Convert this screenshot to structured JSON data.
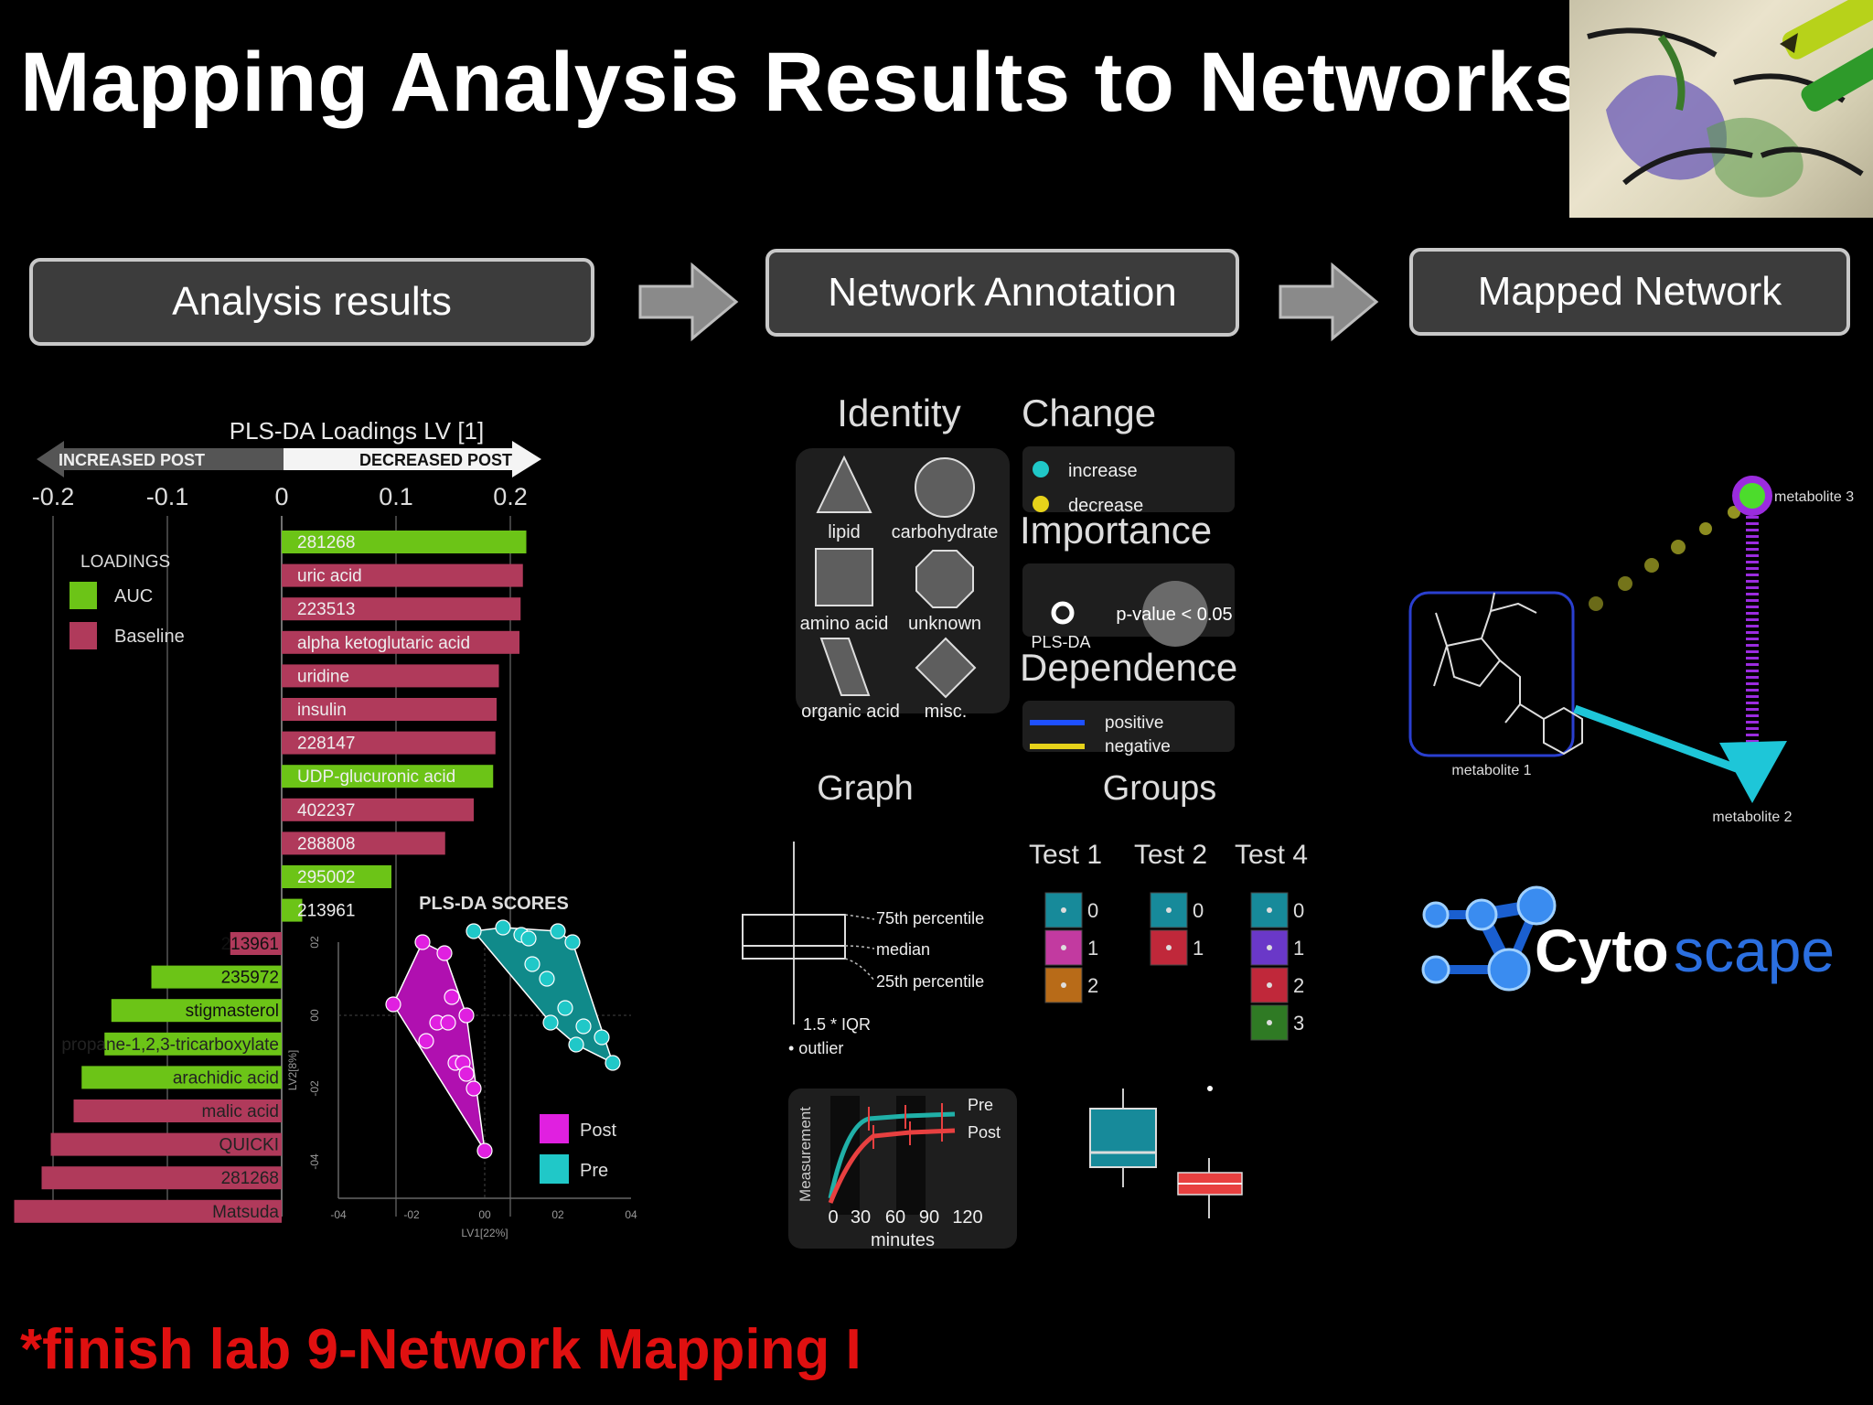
{
  "title": "Mapping Analysis Results to Networks",
  "footnote": "*finish lab 9-Network Mapping I",
  "steps": [
    "Analysis results",
    "Network Annotation",
    "Mapped Network"
  ],
  "loadings": {
    "title": "PLS-DA Loadings LV [1]",
    "left_arrow_label": "INCREASED POST",
    "right_arrow_label": "DECREASED POST",
    "ticks": [
      "-0.2",
      "-0.1",
      "0",
      "0.1",
      "0.2"
    ],
    "legend_title": "LOADINGS",
    "legend": [
      {
        "label": "AUC",
        "color": "#6cc417"
      },
      {
        "label": "Baseline",
        "color": "#b03a5b"
      }
    ],
    "pos_bars": [
      {
        "label": "281268",
        "value": 0.214,
        "group": "AUC"
      },
      {
        "label": "uric acid",
        "value": 0.211,
        "group": "Baseline"
      },
      {
        "label": "223513",
        "value": 0.209,
        "group": "Baseline"
      },
      {
        "label": "alpha ketoglutaric acid",
        "value": 0.208,
        "group": "Baseline"
      },
      {
        "label": "uridine",
        "value": 0.19,
        "group": "Baseline"
      },
      {
        "label": "insulin",
        "value": 0.188,
        "group": "Baseline"
      },
      {
        "label": "228147",
        "value": 0.187,
        "group": "Baseline"
      },
      {
        "label": "UDP-glucuronic acid",
        "value": 0.185,
        "group": "AUC"
      },
      {
        "label": "402237",
        "value": 0.168,
        "group": "Baseline"
      },
      {
        "label": "288808",
        "value": 0.143,
        "group": "Baseline"
      },
      {
        "label": "295002",
        "value": 0.096,
        "group": "AUC"
      },
      {
        "label": "213961",
        "value": 0.018,
        "group": "AUC"
      }
    ],
    "neg_bars": [
      {
        "label": "213961",
        "value": -0.045,
        "group": "Baseline"
      },
      {
        "label": "235972",
        "value": -0.114,
        "group": "AUC"
      },
      {
        "label": "stigmasterol",
        "value": -0.149,
        "group": "AUC"
      },
      {
        "label": "propane-1,2,3-tricarboxylate",
        "value": -0.155,
        "group": "AUC"
      },
      {
        "label": "arachidic acid",
        "value": -0.175,
        "group": "AUC"
      },
      {
        "label": "malic acid",
        "value": -0.182,
        "group": "Baseline"
      },
      {
        "label": "QUICKI",
        "value": -0.202,
        "group": "Baseline"
      },
      {
        "label": "281268",
        "value": -0.21,
        "group": "Baseline"
      },
      {
        "label": "Matsuda",
        "value": -0.234,
        "group": "Baseline"
      }
    ]
  },
  "scores": {
    "title": "PLS-DA SCORES",
    "xlabel": "LV1[22%]",
    "ylabel": "LV2[8%]",
    "xticks": [
      "-04",
      "-02",
      "00",
      "02",
      "04"
    ],
    "yticks": [
      "02",
      "00",
      "-02",
      "-04"
    ],
    "legend": [
      {
        "label": "Post",
        "color": "#e020e0"
      },
      {
        "label": "Pre",
        "color": "#20c8c8"
      }
    ],
    "post_points": [
      [
        -0.25,
        0.03
      ],
      [
        -0.09,
        0.05
      ],
      [
        -0.05,
        0.0
      ],
      [
        -0.08,
        -0.13
      ],
      [
        -0.13,
        -0.02
      ],
      [
        -0.1,
        -0.02
      ],
      [
        -0.16,
        -0.07
      ],
      [
        -0.06,
        -0.13
      ],
      [
        -0.05,
        -0.16
      ],
      [
        -0.03,
        -0.2
      ],
      [
        0.0,
        -0.37
      ],
      [
        -0.11,
        0.17
      ],
      [
        -0.17,
        0.2
      ]
    ],
    "pre_points": [
      [
        -0.03,
        0.23
      ],
      [
        0.05,
        0.24
      ],
      [
        0.1,
        0.22
      ],
      [
        0.2,
        0.23
      ],
      [
        0.24,
        0.2
      ],
      [
        0.35,
        -0.13
      ],
      [
        0.32,
        -0.06
      ],
      [
        0.27,
        -0.03
      ],
      [
        0.25,
        -0.08
      ],
      [
        0.22,
        0.02
      ],
      [
        0.18,
        -0.02
      ],
      [
        0.17,
        0.1
      ],
      [
        0.13,
        0.14
      ],
      [
        0.12,
        0.21
      ]
    ]
  },
  "annotation": {
    "identity_title": "Identity",
    "shapes": [
      "lipid",
      "carbohydrate",
      "amino acid",
      "unknown",
      "organic acid",
      "misc."
    ],
    "change_title": "Change",
    "change_items": [
      {
        "label": "increase",
        "color": "#20c8c8"
      },
      {
        "label": "decrease",
        "color": "#e6d21a"
      }
    ],
    "importance_title": "Importance",
    "importance_labels": [
      "PLS-DA",
      "p-value < 0.05"
    ],
    "dependence_title": "Dependence",
    "dependence_items": [
      {
        "label": "positive",
        "color": "#1e50ff"
      },
      {
        "label": "negative",
        "color": "#e6d21a"
      }
    ],
    "graph_title": "Graph",
    "boxplot_labels": [
      "75th percentile",
      "median",
      "25th percentile",
      "1.5 * IQR",
      "• outlier"
    ],
    "groups_title": "Groups",
    "tests": [
      {
        "name": "Test 1",
        "levels": [
          "0",
          "1",
          "2"
        ],
        "colors": [
          "#178a9a",
          "#c23aa0",
          "#b86b18"
        ]
      },
      {
        "name": "Test 2",
        "levels": [
          "0",
          "1"
        ],
        "colors": [
          "#178a9a",
          "#c0283a"
        ]
      },
      {
        "name": "Test 4",
        "levels": [
          "0",
          "1",
          "2",
          "3"
        ],
        "colors": [
          "#178a9a",
          "#6a38c8",
          "#c0283a",
          "#2f7a24"
        ]
      }
    ],
    "timecourse": {
      "ylabel": "Measurement",
      "xlabel": "minutes",
      "xticks": [
        "0",
        "30",
        "60",
        "90",
        "120"
      ],
      "series": [
        {
          "name": "Pre",
          "color": "#20b0a8"
        },
        {
          "name": "Post",
          "color": "#e84040"
        }
      ]
    }
  },
  "mapped": {
    "nodes": [
      "metabolite 1",
      "metabolite 2",
      "metabolite 3"
    ],
    "logo_text_bold": "Cyto",
    "logo_text_light": "scape"
  },
  "colors": {
    "step_border": "#c8c8c8",
    "step_fill": "#3c3c3c",
    "accent_red": "#e01010"
  }
}
